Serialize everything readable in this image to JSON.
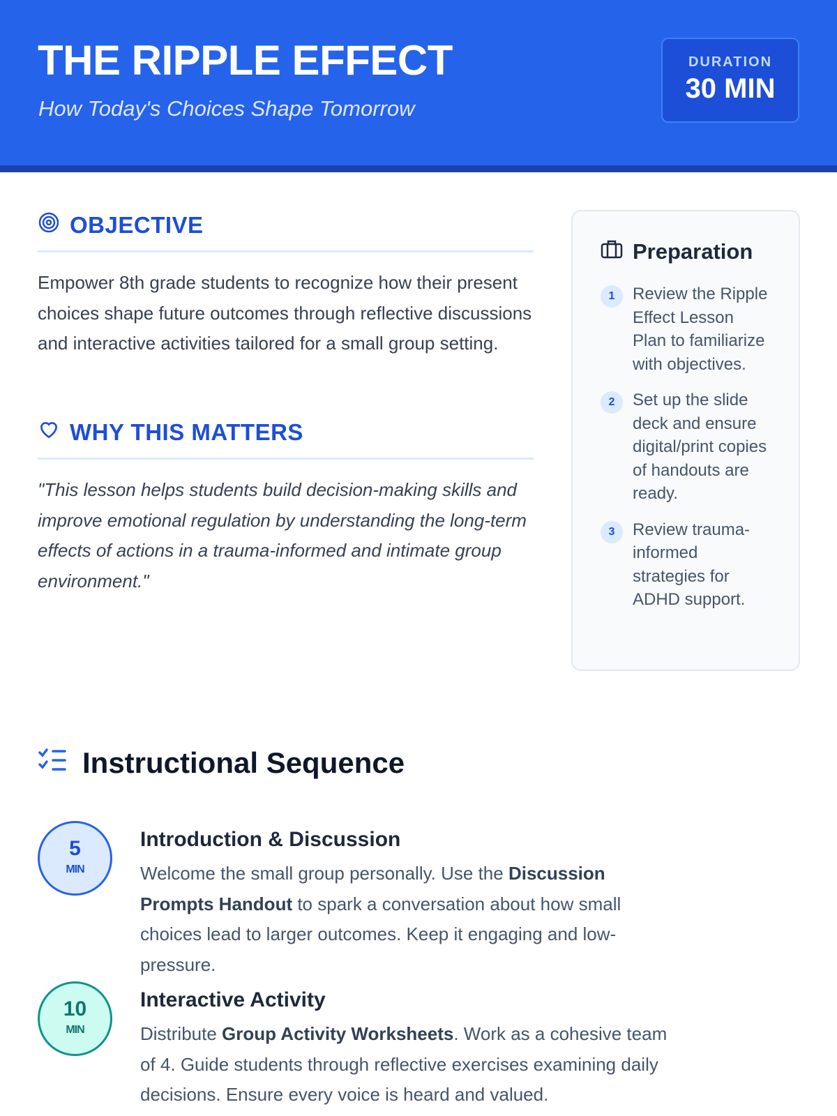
{
  "header": {
    "title": "THE RIPPLE EFFECT",
    "subtitle": "How Today's Choices Shape Tomorrow",
    "duration_label": "DURATION",
    "duration_value": "30 MIN"
  },
  "objective": {
    "heading": "OBJECTIVE",
    "text": "Empower 8th grade students to recognize how their present choices shape future outcomes through reflective discussions and interactive activities tailored for a small group setting."
  },
  "why": {
    "heading": "WHY THIS MATTERS",
    "text": "\"This lesson helps students build decision-making skills and improve emotional regulation by understanding the long-term effects of actions in a trauma-informed and intimate group environment.\""
  },
  "preparation": {
    "heading": "Preparation",
    "items": [
      {
        "num": "1",
        "text": "Review the Ripple Effect Lesson Plan to familiarize with objectives."
      },
      {
        "num": "2",
        "text": "Set up the slide deck and ensure digital/print copies of handouts are ready."
      },
      {
        "num": "3",
        "text": "Review trauma-informed strategies for ADHD support."
      }
    ]
  },
  "sequence": {
    "heading": "Instructional Sequence",
    "steps": [
      {
        "minutes": "5",
        "unit": "MIN",
        "title": "Introduction & Discussion",
        "pre": "Welcome the small group personally. Use the ",
        "bold": "Discussion Prompts Handout",
        "post": " to spark a conversation about how small choices lead to larger outcomes. Keep it engaging and low-pressure."
      },
      {
        "minutes": "10",
        "unit": "MIN",
        "title": "Interactive Activity",
        "pre": "Distribute ",
        "bold": "Group Activity Worksheets",
        "post": ". Work as a cohesive team of 4. Guide students through reflective exercises examining daily decisions. Ensure every voice is heard and valued."
      }
    ]
  },
  "colors": {
    "primary": "#2563eb",
    "dark": "#1e40af",
    "teal": "#0d9488"
  }
}
